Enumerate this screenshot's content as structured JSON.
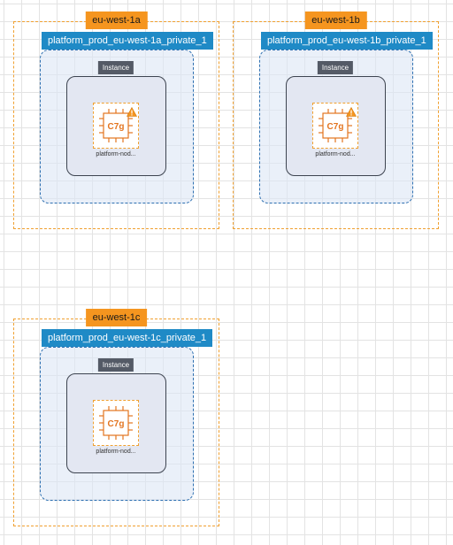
{
  "colors": {
    "az_border": "#f0a030",
    "az_label_bg": "#f5951f",
    "subnet_border": "#2d6fb0",
    "subnet_label_bg": "#1f8ac6",
    "instance_border": "#3d4450",
    "instance_label_bg": "#545a66",
    "chip_color": "#e3741f",
    "warning_color": "#f5951f"
  },
  "zones": [
    {
      "az_label": "eu-west-1a",
      "subnet_label": "platform_prod_eu-west-1a_private_1",
      "instance_label": "Instance",
      "chip_label": "C7g",
      "node_caption": "platform-nod..."
    },
    {
      "az_label": "eu-west-1b",
      "subnet_label": "platform_prod_eu-west-1b_private_1",
      "instance_label": "Instance",
      "chip_label": "C7g",
      "node_caption": "platform-nod..."
    },
    {
      "az_label": "eu-west-1c",
      "subnet_label": "platform_prod_eu-west-1c_private_1",
      "instance_label": "Instance",
      "chip_label": "C7g",
      "node_caption": "platform-nod..."
    }
  ]
}
